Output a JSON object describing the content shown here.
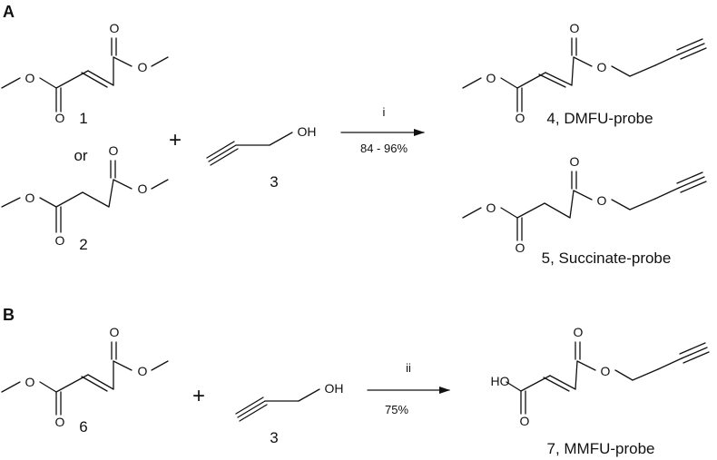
{
  "panels": {
    "a": "A",
    "b": "B"
  },
  "atoms": {
    "oxygen": "O",
    "hydroxyl": "OH",
    "carboxyl": "HO"
  },
  "scheme_a": {
    "reactant_1": "1",
    "or": "or",
    "reactant_2": "2",
    "plus": "+",
    "reactant_3": "3",
    "reagent": "i",
    "yield": "84 - 96%",
    "product_4": "4, DMFU-probe",
    "product_5": "5, Succinate-probe"
  },
  "scheme_b": {
    "reactant_6": "6",
    "plus": "+",
    "reactant_3": "3",
    "reagent": "ii",
    "yield": "75%",
    "product_7": "7, MMFU-probe"
  }
}
